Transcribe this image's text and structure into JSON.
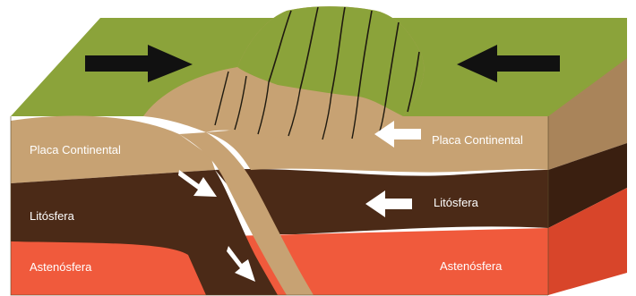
{
  "colors": {
    "surface_green": "#8ba33a",
    "surface_green_dark": "#6f8a2a",
    "continental_crust": "#c7a273",
    "continental_crust_dark": "#a9845a",
    "lithosphere": "#4b2a17",
    "asthenosphere": "#f05a3c",
    "asthenosphere_dark": "#d8452a",
    "arrow_black": "#111111",
    "arrow_white": "#ffffff"
  },
  "labels": {
    "left_plate": "Placa Continental",
    "left_lithosphere": "Litósfera",
    "left_asthenosphere": "Astenósfera",
    "right_plate": "Placa Continental",
    "right_lithosphere": "Litósfera",
    "right_asthenosphere": "Astenósfera"
  },
  "arrows": {
    "left_surface": "right-arrow",
    "right_surface": "left-arrow",
    "right_plate": "left-arrow",
    "right_lithosphere": "left-arrow",
    "subduction_upper": "down-right-arrow",
    "subduction_lower": "down-right-arrow"
  }
}
